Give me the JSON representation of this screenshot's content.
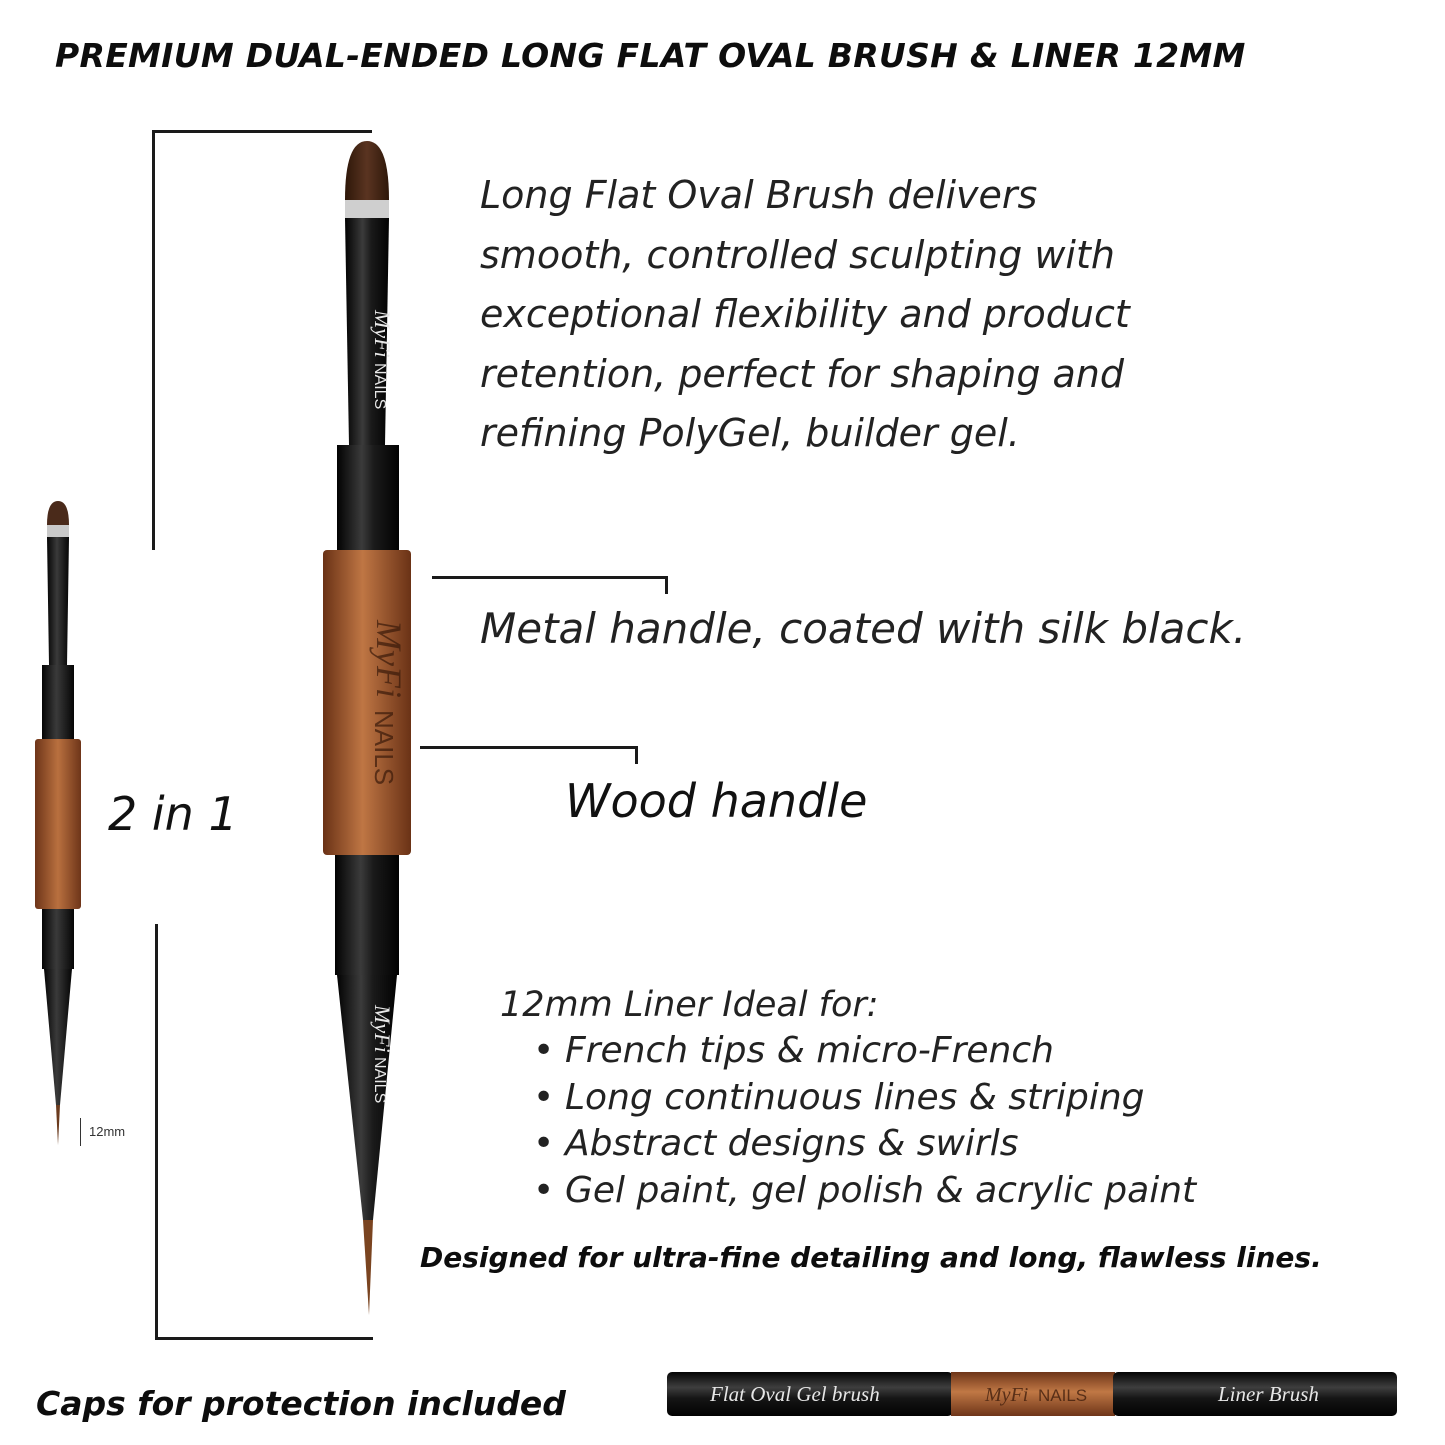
{
  "title": "PREMIUM DUAL-ENDED LONG FLAT OVAL BRUSH & LINER 12MM",
  "description": "Long Flat Oval Brush delivers smooth, controlled sculpting with exceptional flexibility and product retention, perfect for shaping and refining PolyGel, builder gel.",
  "metal_handle": "Metal handle, coated with silk black.",
  "wood_handle": "Wood handle",
  "two_in_one": "2 in 1",
  "liner": {
    "title": "12mm Liner Ideal for:",
    "items": [
      "French tips & micro-French",
      "Long continuous lines & striping",
      "Abstract designs & swirls",
      "Gel paint, gel polish & acrylic paint"
    ]
  },
  "tagline": "Designed for ultra-fine detailing and long, flawless lines.",
  "caps_note": "Caps for protection included",
  "size_label": "12mm",
  "brush_labels": {
    "brand_script": "MyFi",
    "brand": "NAILS",
    "cap_left": "Flat Oval Gel brush",
    "cap_right": "Liner Brush"
  },
  "colors": {
    "black": "#111111",
    "copper": "#a45a34",
    "bristle": "#4a2a1a"
  }
}
